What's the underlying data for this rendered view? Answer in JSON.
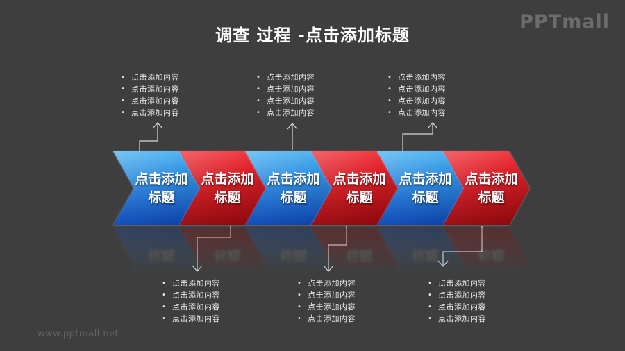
{
  "slide": {
    "background_color": "#3E3E3E",
    "title": "调查 过程 -点击添加标题",
    "logo": "PPTmall",
    "watermark": "www.pptmall.net"
  },
  "palette": {
    "blue_top": "#38AAEF",
    "blue_bottom": "#0A49BD",
    "red_top": "#F01B24",
    "red_bottom": "#9C060C",
    "connector": "#D8D8D8",
    "chevron_text": "#FFFFFF",
    "bullet_text": "#E8E8E8"
  },
  "chevrons": [
    {
      "color": "blue",
      "line1": "点击添加",
      "line2": "标题"
    },
    {
      "color": "red",
      "line1": "点击添加",
      "line2": "标题"
    },
    {
      "color": "blue",
      "line1": "点击添加",
      "line2": "标题"
    },
    {
      "color": "red",
      "line1": "点击添加",
      "line2": "标题"
    },
    {
      "color": "blue",
      "line1": "点击添加",
      "line2": "标题"
    },
    {
      "color": "red",
      "line1": "点击添加",
      "line2": "标题"
    }
  ],
  "top_lists": [
    {
      "items": [
        "点击添加内容",
        "点击添加内容",
        "点击添加内容",
        "点击添加内容"
      ]
    },
    {
      "items": [
        "点击添加内容",
        "点击添加内容",
        "点击添加内容",
        "点击添加内容"
      ]
    },
    {
      "items": [
        "点击添加内容",
        "点击添加内容",
        "点击添加内容",
        "点击添加内容"
      ]
    }
  ],
  "bottom_lists": [
    {
      "items": [
        "点击添加内容",
        "点击添加内容",
        "点击添加内容",
        "点击添加内容"
      ]
    },
    {
      "items": [
        "点击添加内容",
        "点击添加内容",
        "点击添加内容",
        "点击添加内容"
      ]
    },
    {
      "items": [
        "点击添加内容",
        "点击添加内容",
        "点击添加内容",
        "点击添加内容"
      ]
    }
  ]
}
